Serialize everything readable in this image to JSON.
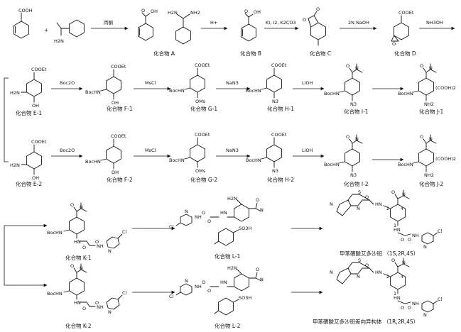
{
  "reagents": {
    "acetone": "丙酮",
    "acid": "H+",
    "iodolactonization": "KI, I2, K2CO3",
    "naoh": "2N NaOH",
    "ammonia": "NH3OH",
    "boc": "Boc2O",
    "mscl": "MsCl",
    "nan3": "NaN3",
    "lioh": "LiOH"
  },
  "labels": {
    "compound_a": "化合物 A",
    "compound_b": "化合物 B",
    "compound_c": "化合物 C",
    "compound_d": "化合物 D",
    "compound_e1": "化合物 E-1",
    "compound_f1": "化合物 F-1",
    "compound_g1": "化合物 G-1",
    "compound_h1": "化合物 H-1",
    "compound_i1": "化合物 I-1",
    "compound_j1": "化合物 J-1",
    "compound_e2": "化合物 E-2",
    "compound_f2": "化合物 F-2",
    "compound_g2": "化合物 G-2",
    "compound_h2": "化合物 H-2",
    "compound_i2": "化合物 I-2",
    "compound_j2": "化合物 J-2",
    "compound_k1": "化合物 K-1",
    "compound_l1": "化合物 L-1",
    "compound_k2": "化合物 K-2",
    "compound_l2": "化合物 L-2",
    "product_1": "甲苯磺酸艾多沙班 （1S,2R,4S）",
    "product_2": "甲苯磺酸艾多沙班差向异构体 （1R,2R,4S）"
  },
  "atoms": {
    "cooh": "COOH",
    "oh": "OH",
    "h2n": "H2N",
    "nh2": "NH2",
    "o": "O",
    "cooet": "COOEt",
    "bochn": "BocHN",
    "oms": "OMs",
    "n3": "N3",
    "n": "N",
    "s": "S",
    "hn": "HN",
    "nh": "NH",
    "cl": "Cl",
    "so3h": "SO3H",
    "cooh2": "(COOH)2",
    "n1": "1",
    "n2": "2",
    "n4": "4"
  }
}
